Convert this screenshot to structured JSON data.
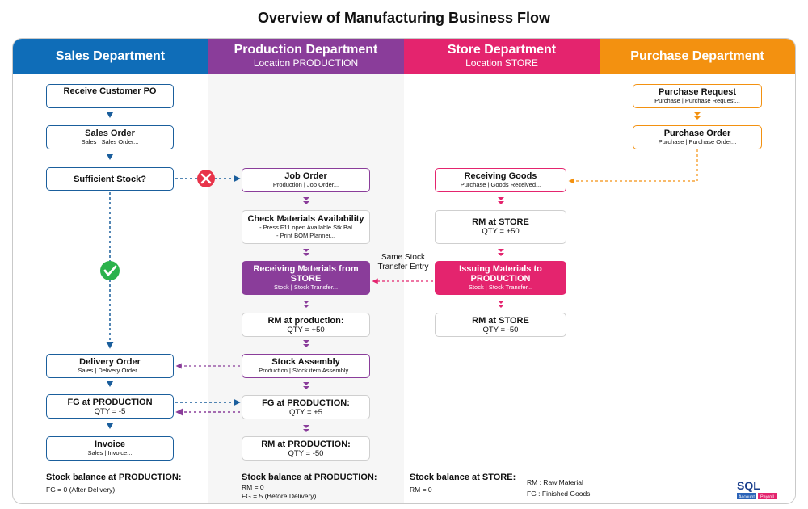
{
  "title": "Overview of Manufacturing Business Flow",
  "columns": {
    "sales": {
      "name": "Sales Department"
    },
    "production": {
      "name": "Production Department",
      "location": "Location PRODUCTION"
    },
    "store": {
      "name": "Store Department",
      "location": "Location STORE"
    },
    "purchase": {
      "name": "Purchase Department"
    }
  },
  "nodes": {
    "receive_po": {
      "title": "Receive Customer PO"
    },
    "sales_order": {
      "title": "Sales Order",
      "sub": "Sales  |  Sales Order..."
    },
    "sufficient": {
      "title": "Sufficient Stock?"
    },
    "delivery_order": {
      "title": "Delivery Order",
      "sub": "Sales  |  Delivery Order..."
    },
    "fg_prod_sales": {
      "title": "FG at PRODUCTION",
      "qty": "QTY = -5"
    },
    "invoice": {
      "title": "Invoice",
      "sub": "Sales  |  Invoice..."
    },
    "job_order": {
      "title": "Job Order",
      "sub": "Production  |  Job Order..."
    },
    "check_mat": {
      "title": "Check Materials Availability",
      "sub1": "- Press F11 open Available Stk Bal",
      "sub2": "- Print BOM Planner..."
    },
    "recv_mat": {
      "title": "Receiving Materials from STORE",
      "sub": "Stock  |  Stock Transfer..."
    },
    "rm_prod": {
      "title": "RM at production:",
      "qty": "QTY = +50"
    },
    "stock_assembly": {
      "title": "Stock Assembly",
      "sub": "Production  |  Stock item Assembly..."
    },
    "fg_prod": {
      "title": "FG at PRODUCTION:",
      "qty": "QTY = +5"
    },
    "rm_prod2": {
      "title": "RM at PRODUCTION:",
      "qty": "QTY = -50"
    },
    "recv_goods": {
      "title": "Receiving Goods",
      "sub": "Purchase  |  Goods Received..."
    },
    "rm_store1": {
      "title": "RM at STORE",
      "qty": "QTY = +50"
    },
    "issue_mat": {
      "title": "Issuing Materials to PRODUCTION",
      "sub": "Stock  |  Stock Transfer..."
    },
    "rm_store2": {
      "title": "RM at STORE",
      "qty": "QTY = -50"
    },
    "purchase_request": {
      "title": "Purchase Request",
      "sub": "Purchase  |  Purchase Request..."
    },
    "purchase_order": {
      "title": "Purchase Order",
      "sub": "Purchase  |  Purchase Order..."
    }
  },
  "transfer_label": {
    "line1": "Same Stock",
    "line2": "Transfer Entry"
  },
  "balances": {
    "sales": {
      "title": "Stock balance at PRODUCTION:",
      "lines": [
        "FG = 0 (After Delivery)"
      ]
    },
    "production": {
      "title": "Stock balance at PRODUCTION:",
      "lines": [
        "RM = 0",
        "FG = 5 (Before Delivery)"
      ]
    },
    "store": {
      "title": "Stock balance at STORE:",
      "lines": [
        "RM = 0"
      ]
    }
  },
  "legend": {
    "rm": "RM : Raw Material",
    "fg": "FG : Finished Goods"
  },
  "logo": {
    "text": "SQL",
    "sub1": "Account",
    "sub2": "Payroll"
  },
  "colors": {
    "sales": "#0f6db8",
    "production": "#8a3d9a",
    "store": "#e4246e",
    "purchase": "#f39110",
    "no": "#e8344a",
    "yes": "#2bb24c"
  },
  "icons": {
    "no": "cross-circle-icon",
    "yes": "check-circle-icon"
  }
}
